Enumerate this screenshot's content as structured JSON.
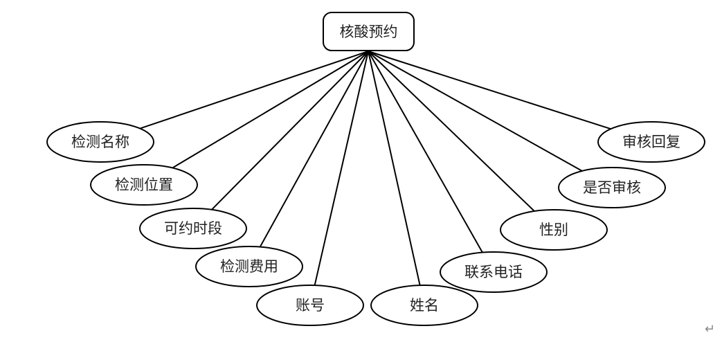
{
  "diagram": {
    "entity": "核酸预约",
    "attributes": [
      "检测名称",
      "检测位置",
      "可约时段",
      "检测费用",
      "账号",
      "姓名",
      "联系电话",
      "性别",
      "是否审核",
      "审核回复"
    ]
  },
  "paragraph_mark": "↵"
}
